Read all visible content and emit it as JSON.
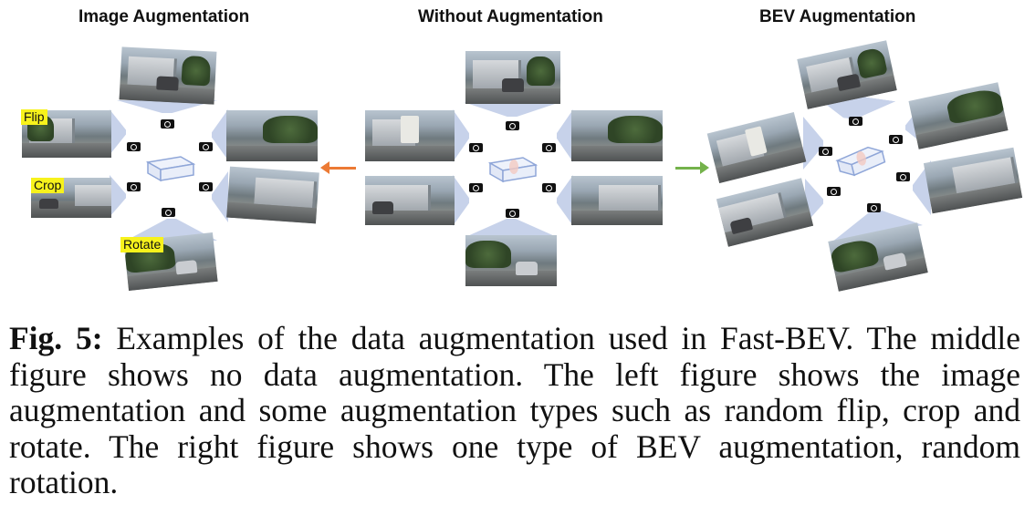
{
  "figure": {
    "panels": [
      {
        "title": "Image Augmentation"
      },
      {
        "title": "Without Augmentation"
      },
      {
        "title": "BEV Augmentation"
      }
    ],
    "augmentation_tags": {
      "flip": "Flip",
      "crop": "Crop",
      "rotate": "Rotate"
    },
    "arrow_colors": {
      "left": "#ec7a34",
      "right": "#74b24b"
    },
    "camera_icon": "camera-icon"
  },
  "caption": {
    "label": "Fig. 5:",
    "text": "Examples of the data augmentation used in Fast-BEV. The middle figure shows no data augmentation. The left figure shows the image augmentation and some augmentation types such as random flip, crop and rotate. The right figure shows one type of BEV augmentation, random rotation."
  }
}
